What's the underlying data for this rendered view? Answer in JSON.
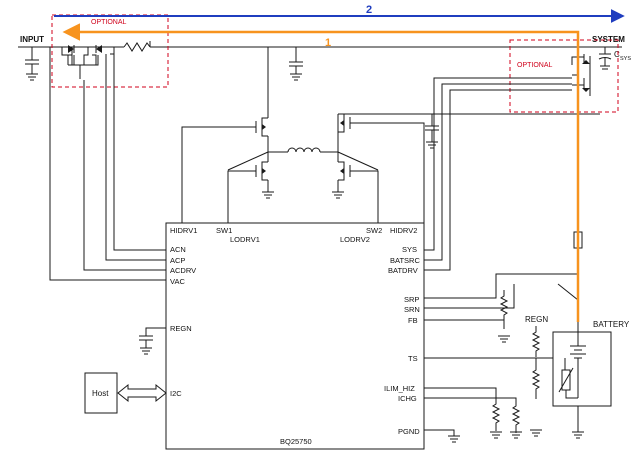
{
  "colors": {
    "path1": "#f7931e",
    "path2": "#1f3dbf",
    "optional_box": "#d0021b",
    "wire": "#1a1a1a"
  },
  "labels": {
    "input": "INPUT",
    "system": "SYSTEM",
    "csys_c": "C",
    "csys_sub": "SYS",
    "optional_left": "OPTIONAL",
    "optional_right": "OPTIONAL",
    "path1": "1",
    "path2": "2",
    "battery": "BATTERY",
    "regn_ext": "REGN",
    "host": "Host"
  },
  "chip": {
    "name": "BQ25750",
    "top_pins": {
      "hidrv1": "HIDRV1",
      "sw1": "SW1",
      "lodrv1": "LODRV1",
      "sw2": "SW2",
      "hidrv2": "HIDRV2",
      "lodrv2": "LODRV2"
    },
    "left_pins": {
      "acn": "ACN",
      "acp": "ACP",
      "acdrv": "ACDRV",
      "vac": "VAC",
      "regn": "REGN",
      "i2c": "I2C"
    },
    "right_pins": {
      "sys": "SYS",
      "batsrc": "BATSRC",
      "batdrv": "BATDRV",
      "srp": "SRP",
      "srn": "SRN",
      "fb": "FB",
      "ts": "TS",
      "ilim_hiz": "ILIM_HIZ",
      "ichg": "ICHG",
      "pgnd": "PGND"
    }
  }
}
